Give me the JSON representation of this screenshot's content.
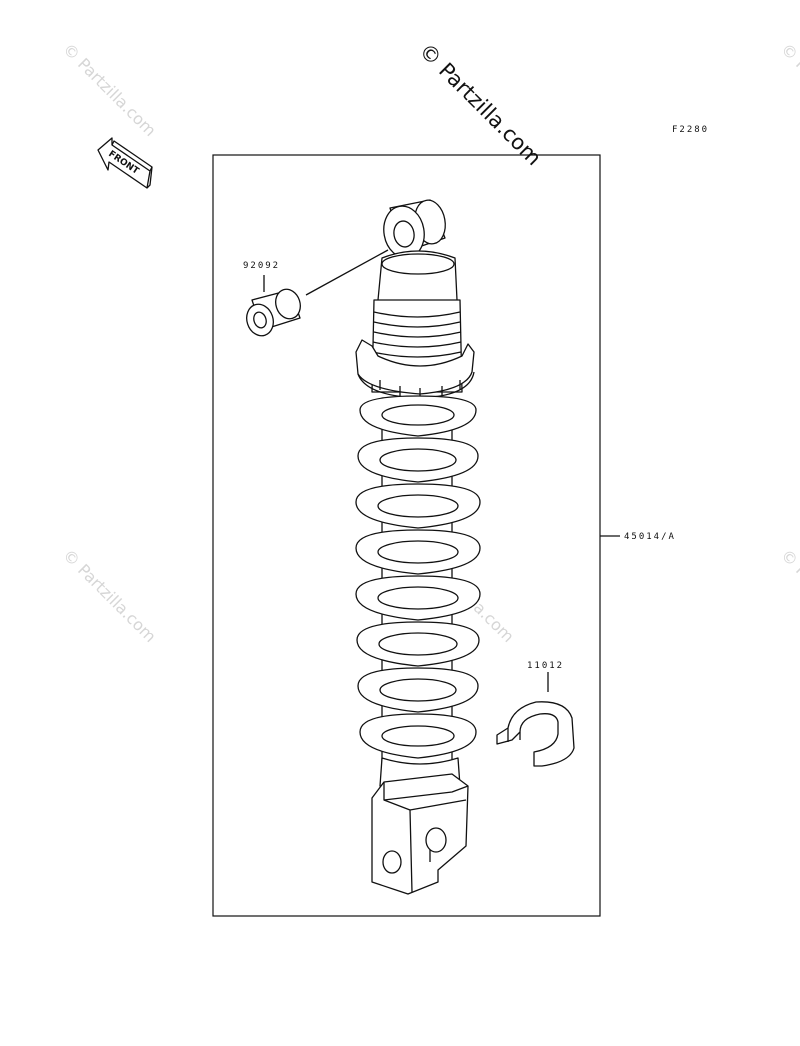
{
  "diagram": {
    "figure_code": "F2280",
    "front_label": "FRONT",
    "watermark_main": "© Partzilla.com",
    "watermark_faint": "© Partzilla.com",
    "parts": [
      {
        "number": "92092"
      },
      {
        "number": "45014/A"
      },
      {
        "number": "11012"
      }
    ]
  },
  "colors": {
    "line": "#111111",
    "watermark": "#d6d6d6",
    "background": "#ffffff"
  }
}
